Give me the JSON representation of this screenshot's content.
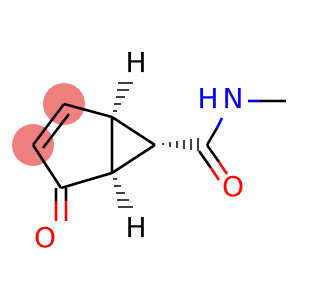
{
  "atoms": {
    "h_top": {
      "text": "H",
      "color": "#000000"
    },
    "h_bottom": {
      "text": "H",
      "color": "#000000"
    },
    "n": {
      "text": "N",
      "color": "#0000ff"
    },
    "nh_h": {
      "text": "H",
      "color": "#0000ff"
    },
    "o_ketone": {
      "text": "O",
      "color": "#ff0000"
    },
    "o_amide": {
      "text": "O",
      "color": "#ff0000"
    }
  },
  "highlight_color": "#f08080"
}
